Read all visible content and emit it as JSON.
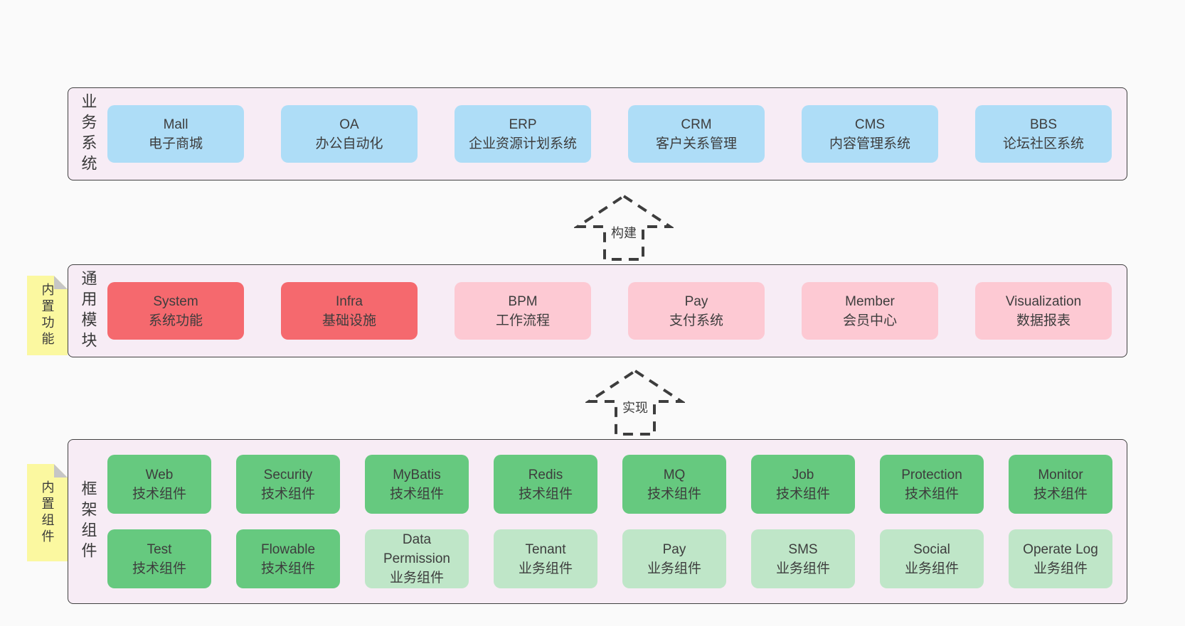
{
  "business": {
    "label": "业务系统",
    "boxes": [
      {
        "en": "Mall",
        "zh": "电子商城"
      },
      {
        "en": "OA",
        "zh": "办公自动化"
      },
      {
        "en": "ERP",
        "zh": "企业资源计划系统"
      },
      {
        "en": "CRM",
        "zh": "客户关系管理"
      },
      {
        "en": "CMS",
        "zh": "内容管理系统"
      },
      {
        "en": "BBS",
        "zh": "论坛社区系统"
      }
    ]
  },
  "arrow_build": {
    "label": "构建"
  },
  "common": {
    "label": "通用模块",
    "sticky": "内置功能",
    "boxes": [
      {
        "en": "System",
        "zh": "系统功能"
      },
      {
        "en": "Infra",
        "zh": "基础设施"
      },
      {
        "en": "BPM",
        "zh": "工作流程"
      },
      {
        "en": "Pay",
        "zh": "支付系统"
      },
      {
        "en": "Member",
        "zh": "会员中心"
      },
      {
        "en": "Visualization",
        "zh": "数据报表"
      }
    ]
  },
  "arrow_implement": {
    "label": "实现"
  },
  "framework": {
    "label": "框架组件",
    "sticky": "内置组件",
    "row1": [
      {
        "en": "Web",
        "zh": "技术组件"
      },
      {
        "en": "Security",
        "zh": "技术组件"
      },
      {
        "en": "MyBatis",
        "zh": "技术组件"
      },
      {
        "en": "Redis",
        "zh": "技术组件"
      },
      {
        "en": "MQ",
        "zh": "技术组件"
      },
      {
        "en": "Job",
        "zh": "技术组件"
      },
      {
        "en": "Protection",
        "zh": "技术组件"
      },
      {
        "en": "Monitor",
        "zh": "技术组件"
      }
    ],
    "row2": [
      {
        "en": "Test",
        "zh": "技术组件"
      },
      {
        "en": "Flowable",
        "zh": "技术组件"
      },
      {
        "en": "Data Permission",
        "zh": "业务组件"
      },
      {
        "en": "Tenant",
        "zh": "业务组件"
      },
      {
        "en": "Pay",
        "zh": "业务组件"
      },
      {
        "en": "SMS",
        "zh": "业务组件"
      },
      {
        "en": "Social",
        "zh": "业务组件"
      },
      {
        "en": "Operate Log",
        "zh": "业务组件"
      }
    ]
  },
  "colors": {
    "page_bg": "#fafafa",
    "panel_bg": "#f7ecf5",
    "panel_border": "#404040",
    "blue": "#aeddf7",
    "red": "#f5696e",
    "pink": "#fdc9d3",
    "green_dark": "#66c97f",
    "green_light": "#bfe6c8",
    "sticky_yellow": "#fbf8a0",
    "fold_gray": "#c6c6c6",
    "text": "#3d3d3d"
  }
}
